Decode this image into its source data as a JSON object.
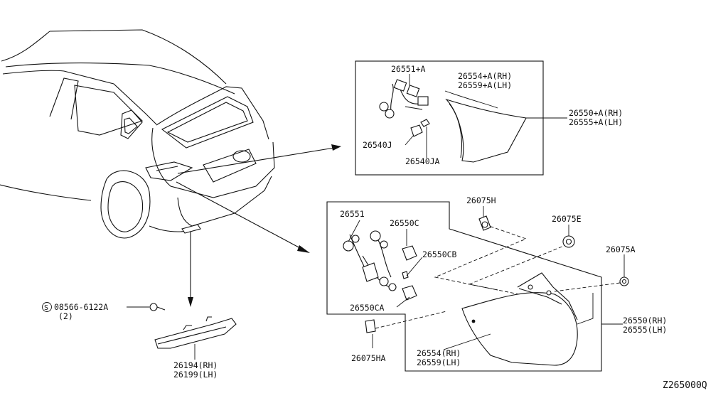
{
  "diagram_id": "Z265000Q",
  "labels": {
    "bulb_socket_a": "26551+A",
    "housing_a_rh": "26554+A(RH)",
    "housing_a_lh": "26559+A(LH)",
    "lamp_a_rh": "26550+A(RH)",
    "lamp_a_lh": "26555+A(LH)",
    "bulb_j": "26540J",
    "bulb_ja": "26540JA",
    "socket_harness": "26551",
    "bulb_c": "26550C",
    "bulb_cb": "26550CB",
    "bulb_ca": "26550CA",
    "clip_h": "26075H",
    "clip_e": "26075E",
    "clip_a": "26075A",
    "clip_ha": "26075HA",
    "lamp_rh": "26550(RH)",
    "lamp_lh": "26555(LH)",
    "housing_rh": "26554(RH)",
    "housing_lh": "26559(LH)",
    "screw": "08566-6122A",
    "screw_qty": "(2)",
    "screw_symbol": "S",
    "reflex_rh": "26194(RH)",
    "reflex_lh": "26199(LH)"
  }
}
